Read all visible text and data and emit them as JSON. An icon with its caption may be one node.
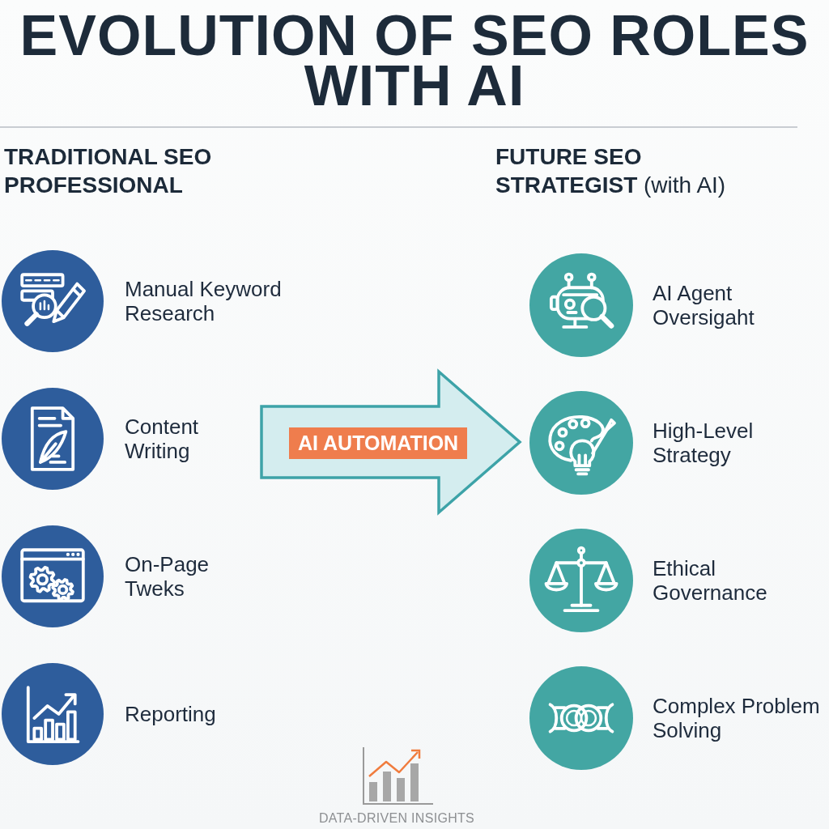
{
  "diagram": {
    "title": "EVOLUTION OF SEO ROLES WITH AI",
    "nodes": [
      {
        "text": [],
        "shape": "circle",
        "beside": [
          "Manual Keyword Research"
        ]
      },
      {
        "text": [],
        "shape": "circle",
        "beside": [
          "Content Writing"
        ]
      },
      {
        "text": [],
        "shape": "circle",
        "beside": [
          "On-Page Tweks"
        ]
      },
      {
        "text": [],
        "shape": "circle",
        "beside": [
          "Reporting"
        ]
      },
      {
        "text": [
          "AI AUTOMATION"
        ]
      },
      {
        "text": [],
        "shape": "circle",
        "beside": [
          "AI Agent Oversigaht"
        ]
      },
      {
        "text": [],
        "shape": "circle",
        "beside": [
          "High-Level Strategy"
        ]
      },
      {
        "text": [],
        "shape": "circle",
        "beside": [
          "Ethical Governance"
        ]
      },
      {
        "text": [],
        "shape": "circle",
        "beside": [
          "Complex Problem Solving"
        ]
      }
    ],
    "labels": [
      "TRADITIONAL SEO PROFESSIONAL",
      "**FUTURE SEO STRATEGIST** (with AI)",
      "DATA-DRIVEN INSIGHTS"
    ]
  }
}
